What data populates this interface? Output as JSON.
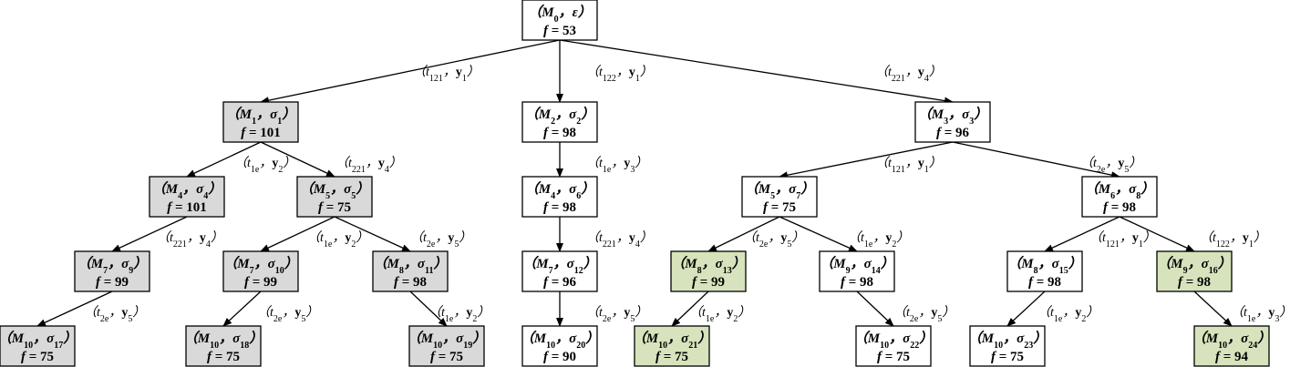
{
  "colors": {
    "gray": "#d9d9d9",
    "green": "#d6e3bc",
    "white": "#ffffff"
  },
  "nodes": [
    {
      "id": "n0",
      "top": "（M0，ε）",
      "bottom": "f = 53",
      "fill": "white"
    },
    {
      "id": "n1",
      "top": "（M1，σ1）",
      "bottom": "f = 101",
      "fill": "gray"
    },
    {
      "id": "n2",
      "top": "（M2，σ2）",
      "bottom": "f = 98",
      "fill": "white"
    },
    {
      "id": "n3",
      "top": "（M3，σ3）",
      "bottom": "f = 96",
      "fill": "white"
    },
    {
      "id": "n4",
      "top": "（M4，σ4）",
      "bottom": "f = 101",
      "fill": "gray"
    },
    {
      "id": "n5",
      "top": "（M5，σ5）",
      "bottom": "f = 75",
      "fill": "gray"
    },
    {
      "id": "n6",
      "top": "（M4，σ6）",
      "bottom": "f = 98",
      "fill": "white"
    },
    {
      "id": "n7",
      "top": "（M5，σ7）",
      "bottom": "f = 75",
      "fill": "white"
    },
    {
      "id": "n8",
      "top": "（M6，σ8）",
      "bottom": "f = 98",
      "fill": "white"
    },
    {
      "id": "n9",
      "top": "（M7，σ9）",
      "bottom": "f = 99",
      "fill": "gray"
    },
    {
      "id": "n10",
      "top": "（M7，σ10）",
      "bottom": "f = 99",
      "fill": "gray"
    },
    {
      "id": "n11",
      "top": "（M8，σ11）",
      "bottom": "f = 98",
      "fill": "gray"
    },
    {
      "id": "n12",
      "top": "（M7，σ12）",
      "bottom": "f = 96",
      "fill": "white"
    },
    {
      "id": "n13",
      "top": "（M8，σ13）",
      "bottom": "f = 99",
      "fill": "green"
    },
    {
      "id": "n14",
      "top": "（M9，σ14）",
      "bottom": "f = 98",
      "fill": "white"
    },
    {
      "id": "n15",
      "top": "（M8，σ15）",
      "bottom": "f = 98",
      "fill": "white"
    },
    {
      "id": "n16",
      "top": "（M9，σ16）",
      "bottom": "f = 98",
      "fill": "green"
    },
    {
      "id": "n17",
      "top": "（M10，σ17）",
      "bottom": "f = 75",
      "fill": "gray"
    },
    {
      "id": "n18",
      "top": "（M10，σ18）",
      "bottom": "f = 75",
      "fill": "gray"
    },
    {
      "id": "n19",
      "top": "（M10，σ19）",
      "bottom": "f = 75",
      "fill": "gray"
    },
    {
      "id": "n20",
      "top": "（M10，σ20）",
      "bottom": "f = 90",
      "fill": "white"
    },
    {
      "id": "n21",
      "top": "（M10，σ21）",
      "bottom": "f = 75",
      "fill": "green"
    },
    {
      "id": "n22",
      "top": "（M10，σ22）",
      "bottom": "f = 75",
      "fill": "white"
    },
    {
      "id": "n23",
      "top": "（M10，σ23）",
      "bottom": "f = 75",
      "fill": "white"
    },
    {
      "id": "n24",
      "top": "（M10，σ24）",
      "bottom": "f = 94",
      "fill": "green"
    }
  ],
  "edges": [
    {
      "from": "n0",
      "to": "n1",
      "label": "（t121，y1）"
    },
    {
      "from": "n0",
      "to": "n2",
      "label": "（t122，y1）"
    },
    {
      "from": "n0",
      "to": "n3",
      "label": "（t221，y4）"
    },
    {
      "from": "n1",
      "to": "n4",
      "label": "（t1e，y2）"
    },
    {
      "from": "n1",
      "to": "n5",
      "label": "（t221，y4）"
    },
    {
      "from": "n2",
      "to": "n6",
      "label": "（t1e，y3）"
    },
    {
      "from": "n3",
      "to": "n7",
      "label": "（t121，y1）"
    },
    {
      "from": "n3",
      "to": "n8",
      "label": "（t2e，y5）"
    },
    {
      "from": "n4",
      "to": "n9",
      "label": "（t221，y4）"
    },
    {
      "from": "n5",
      "to": "n10",
      "label": "（t1e，y2）"
    },
    {
      "from": "n5",
      "to": "n11",
      "label": "（t2e，y5）"
    },
    {
      "from": "n6",
      "to": "n12",
      "label": "（t221，y4）"
    },
    {
      "from": "n7",
      "to": "n13",
      "label": "（t2e，y5）"
    },
    {
      "from": "n7",
      "to": "n14",
      "label": "（t1e，y2）"
    },
    {
      "from": "n8",
      "to": "n15",
      "label": "（t121，y1）"
    },
    {
      "from": "n8",
      "to": "n16",
      "label": "（t122，y1）"
    },
    {
      "from": "n9",
      "to": "n17",
      "label": "（t2e，y5）"
    },
    {
      "from": "n10",
      "to": "n18",
      "label": "（t2e，y5）"
    },
    {
      "from": "n11",
      "to": "n19",
      "label": "（t1e，y2）"
    },
    {
      "from": "n12",
      "to": "n20",
      "label": "（t2e，y5）"
    },
    {
      "from": "n13",
      "to": "n21",
      "label": "（t1e，y2）"
    },
    {
      "from": "n14",
      "to": "n22",
      "label": "（t2e，y5）"
    },
    {
      "from": "n15",
      "to": "n23",
      "label": "（t1e，y2）"
    },
    {
      "from": "n16",
      "to": "n24",
      "label": "（t1e，y3）"
    }
  ]
}
